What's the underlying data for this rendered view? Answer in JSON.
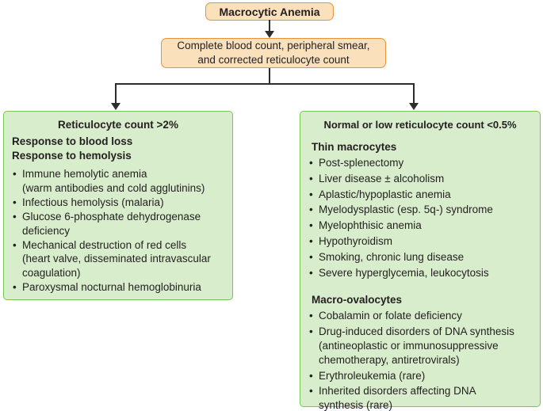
{
  "colors": {
    "background": "#ffffff",
    "orange_fill": "#fae1bc",
    "orange_border": "#e8913a",
    "green_fill": "#d8edcb",
    "green_border": "#76c653",
    "line": "#2e2d2c",
    "text": "#231f20"
  },
  "flowchart": {
    "bullet_char": "•",
    "title_box": {
      "label": "Macrocytic Anemia"
    },
    "test_box": {
      "lines": [
        "Complete blood count, peripheral smear,",
        "and corrected reticulocyte count"
      ]
    },
    "left_box": {
      "heading": "Reticulocyte count >2%",
      "subheadings": [
        "Response to blood loss",
        "Response to hemolysis"
      ],
      "bullets": [
        [
          "Immune hemolytic anemia",
          "(warm antibodies and cold agglutinins)"
        ],
        [
          "Infectious hemolysis (malaria)"
        ],
        [
          "Glucose 6-phosphate dehydrogenase",
          "deficiency"
        ],
        [
          "Mechanical destruction of red cells",
          "(heart valve, disseminated intravascular",
          "coagulation)"
        ],
        [
          "Paroxysmal nocturnal hemoglobinuria"
        ]
      ]
    },
    "right_box": {
      "heading": "Normal or low reticulocyte count <0.5%",
      "sections": [
        {
          "subheading": "Thin macrocytes",
          "bullets": [
            [
              "Post-splenectomy"
            ],
            [
              "Liver disease ± alcoholism"
            ],
            [
              "Aplastic/hypoplastic anemia"
            ],
            [
              "Myelodysplastic (esp. 5q-) syndrome"
            ],
            [
              "Myelophthisic anemia"
            ],
            [
              "Hypothyroidism"
            ],
            [
              "Smoking, chronic lung disease"
            ],
            [
              "Severe hyperglycemia, leukocytosis"
            ]
          ]
        },
        {
          "subheading": "Macro-ovalocytes",
          "bullets": [
            [
              "Cobalamin or folate deficiency"
            ],
            [
              "Drug-induced disorders of DNA synthesis",
              "(antineoplastic or immunosuppressive",
              "chemotherapy, antiretrovirals)"
            ],
            [
              "Erythroleukemia (rare)"
            ],
            [
              "Inherited disorders affecting DNA",
              "synthesis (rare)"
            ]
          ]
        }
      ]
    }
  }
}
